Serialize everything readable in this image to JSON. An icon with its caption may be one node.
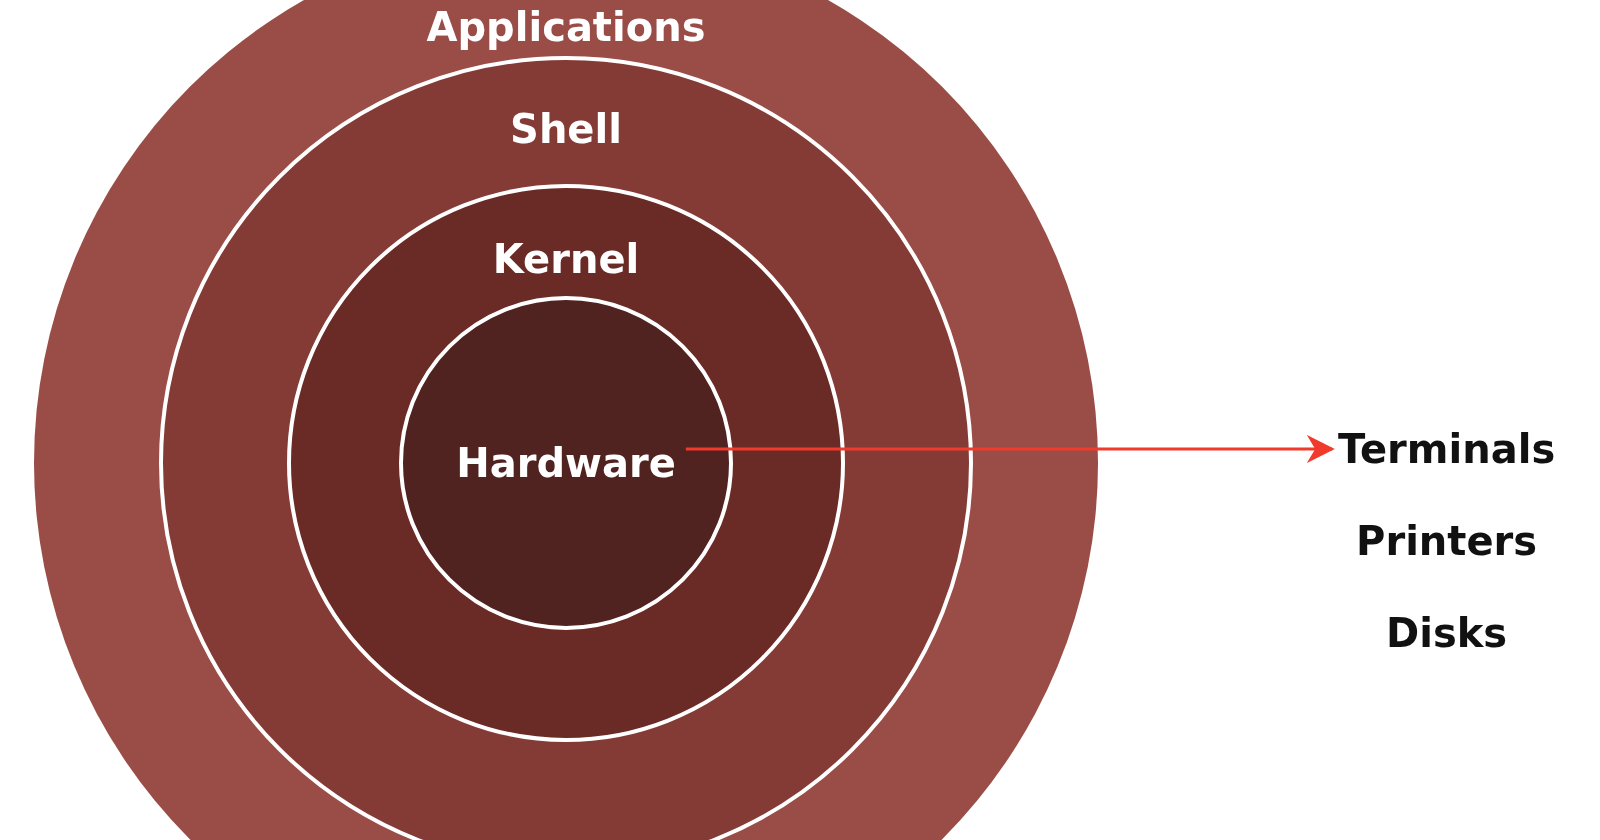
{
  "diagram": {
    "nodes": [
      {
        "text": [
          "Applications"
        ]
      },
      {
        "text": [
          "Shell"
        ],
        "in": 0
      },
      {
        "text": [
          "Kernel"
        ],
        "in": 1
      },
      {
        "text": [
          "Hardware"
        ],
        "in": 2
      },
      {
        "text": [
          "Terminals",
          "Printers",
          "Disks"
        ]
      }
    ],
    "edges": [
      {
        "from": 3,
        "to": 4,
        "arrow": "to",
        "color": "#f03a2c"
      }
    ]
  }
}
